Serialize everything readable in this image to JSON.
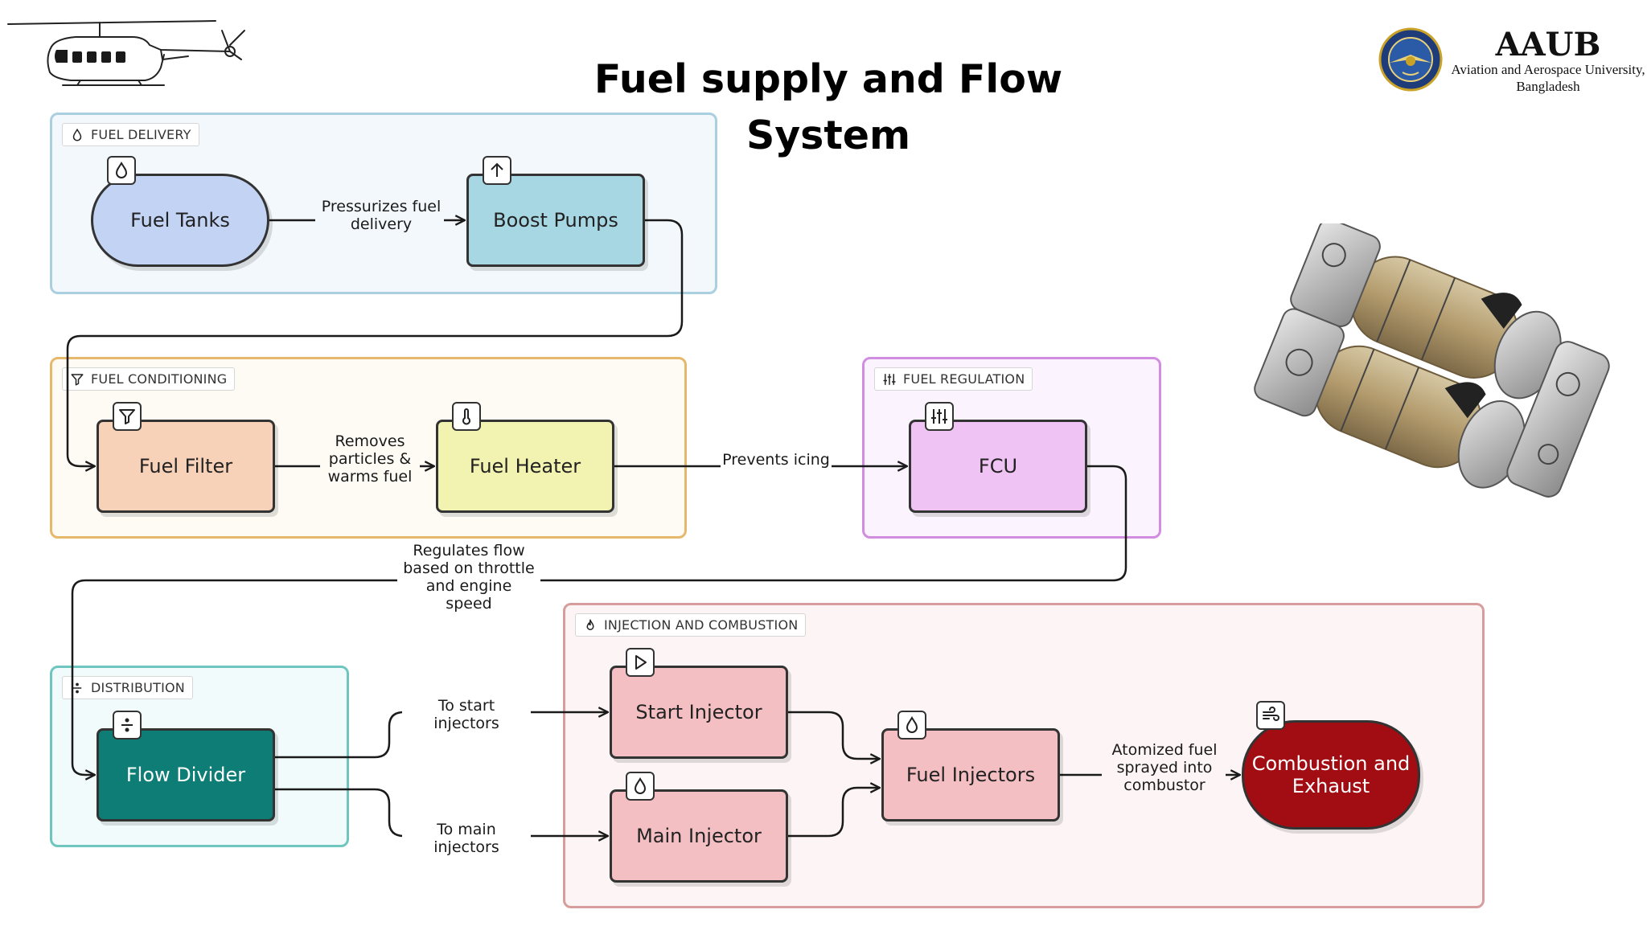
{
  "title": "Fuel supply and Flow System",
  "institution": {
    "acronym": "AAUB",
    "name_line1": "Aviation and Aerospace University,",
    "name_line2": "Bangladesh"
  },
  "groups": {
    "delivery": {
      "label": "FUEL DELIVERY",
      "icon": "droplet-icon"
    },
    "conditioning": {
      "label": "FUEL CONDITIONING",
      "icon": "filter-icon"
    },
    "regulation": {
      "label": "FUEL REGULATION",
      "icon": "sliders-icon"
    },
    "distribution": {
      "label": "DISTRIBUTION",
      "icon": "divide-icon"
    },
    "injection": {
      "label": "INJECTION AND COMBUSTION",
      "icon": "flame-icon"
    }
  },
  "nodes": {
    "fuel_tanks": {
      "label": "Fuel Tanks",
      "icon": "droplet-icon"
    },
    "boost_pumps": {
      "label": "Boost Pumps",
      "icon": "arrow-up-icon"
    },
    "fuel_filter": {
      "label": "Fuel Filter",
      "icon": "filter-icon"
    },
    "fuel_heater": {
      "label": "Fuel Heater",
      "icon": "thermometer-icon"
    },
    "fcu": {
      "label": "FCU",
      "icon": "sliders-icon"
    },
    "flow_divider": {
      "label": "Flow Divider",
      "icon": "divide-icon"
    },
    "start_injector": {
      "label": "Start Injector",
      "icon": "play-icon"
    },
    "main_injector": {
      "label": "Main Injector",
      "icon": "droplet-icon"
    },
    "fuel_injectors": {
      "label": "Fuel Injectors",
      "icon": "droplet-icon"
    },
    "combustion": {
      "label_line1": "Combustion and",
      "label_line2": "Exhaust",
      "icon": "wind-icon"
    }
  },
  "edges": {
    "tanks_to_boost": {
      "line1": "Pressurizes fuel",
      "line2": "delivery"
    },
    "filter_to_heater": {
      "line1": "Removes",
      "line2": "particles &",
      "line3": "warms fuel"
    },
    "heater_to_fcu": {
      "line1": "Prevents icing"
    },
    "fcu_to_divider": {
      "line1": "Regulates flow",
      "line2": "based on throttle",
      "line3": "and engine",
      "line4": "speed"
    },
    "divider_to_start": {
      "line1": "To start injectors"
    },
    "divider_to_main": {
      "line1": "To main injectors"
    },
    "injectors_to_combustion": {
      "line1": "Atomized fuel",
      "line2": "sprayed into",
      "line3": "combustor"
    }
  },
  "images": {
    "helicopter": "helicopter-illustration",
    "engine": "turboshaft-engine-photo",
    "seal": "university-seal"
  }
}
